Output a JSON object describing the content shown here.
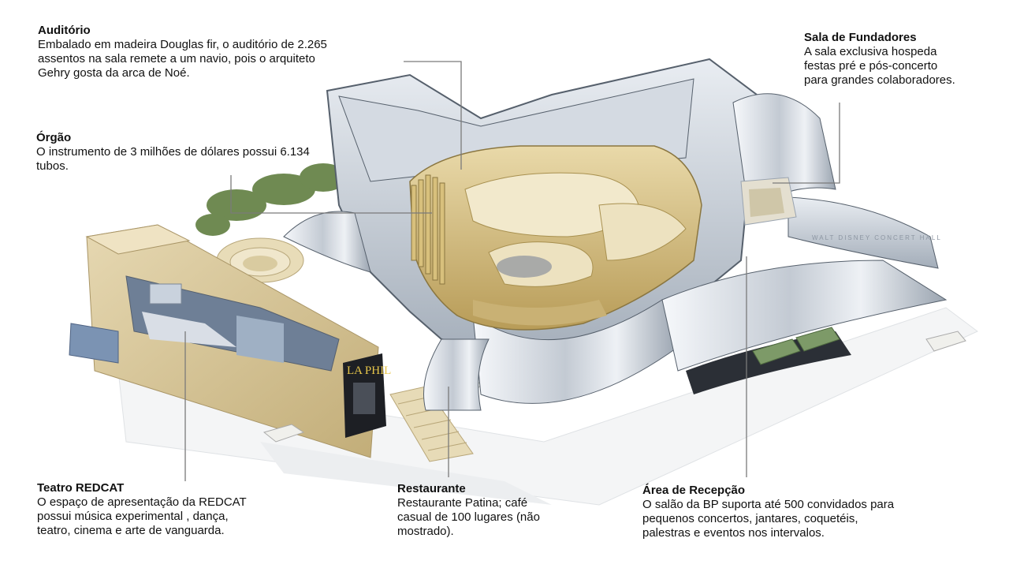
{
  "callouts": {
    "auditorio": {
      "title": "Auditório",
      "body": "Embalado em madeira Douglas fir, o auditório de 2.265\nassentos na sala remete a um  navio, pois o arquiteto\nGehry  gosta da arca de Noé."
    },
    "orgao": {
      "title": "Órgão",
      "body": "O instrumento  de 3 milhões de dólares possui 6.134\ntubos."
    },
    "fundadores": {
      "title": "Sala de Fundadores",
      "body": "A sala exclusiva hospeda\nfestas pré e pós-concerto\npara grandes colaboradores."
    },
    "redcat": {
      "title": "Teatro REDCAT",
      "body": "O espaço de apresentação da REDCAT\npossui música experimental , dança,\nteatro, cinema e arte de vanguarda."
    },
    "restaurante": {
      "title": "Restaurante",
      "body": "Restaurante  Patina; café\ncasual de 100 lugares (não\nmostrado)."
    },
    "recepcao": {
      "title": "Área de Recepção",
      "body": "O salão da BP suporta  até 500 convidados para\npequenos concertos, jantares, coquetéis,\npalestras e eventos nos intervalos."
    }
  },
  "illustration": {
    "poster_text": "LA PHIL",
    "facade_text": "WALT DISNEY CONCERT HALL",
    "colors": {
      "steel_light": "#eef1f5",
      "steel_mid": "#b9c2cc",
      "steel_dark": "#56606c",
      "wood": "#d9c48f",
      "wood_dark": "#a8904f",
      "stone": "#d8c79c",
      "stone_dark": "#a99566",
      "tree": "#6f8a52",
      "leader": "#7a7a7a"
    }
  }
}
